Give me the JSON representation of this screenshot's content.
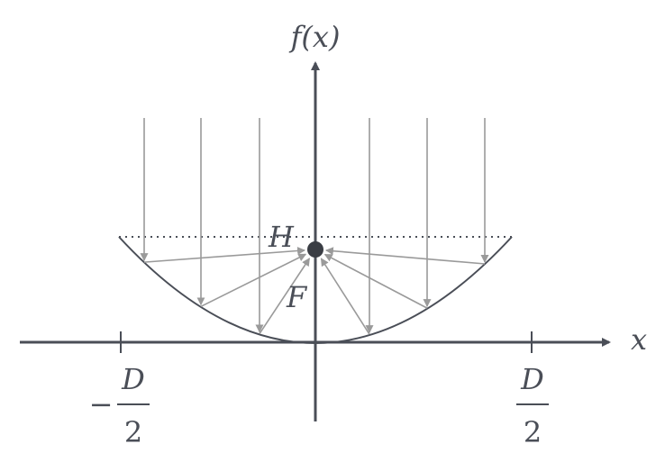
{
  "labels": {
    "y_axis": "f(x)",
    "x_axis": "x",
    "height": "H",
    "focus": "F",
    "minus": "−",
    "left_tick_num": "D",
    "left_tick_den": "2",
    "right_tick_num": "D",
    "right_tick_den": "2"
  },
  "colors": {
    "axis": "#4a4e57",
    "curve": "#4a4e57",
    "rays": "#9a9a9a",
    "dotted_line": "#4a4e57",
    "focus_point": "#3a3d44"
  },
  "icons": {
    "axis_arrow": "arrowhead",
    "focus": "filled-circle"
  }
}
